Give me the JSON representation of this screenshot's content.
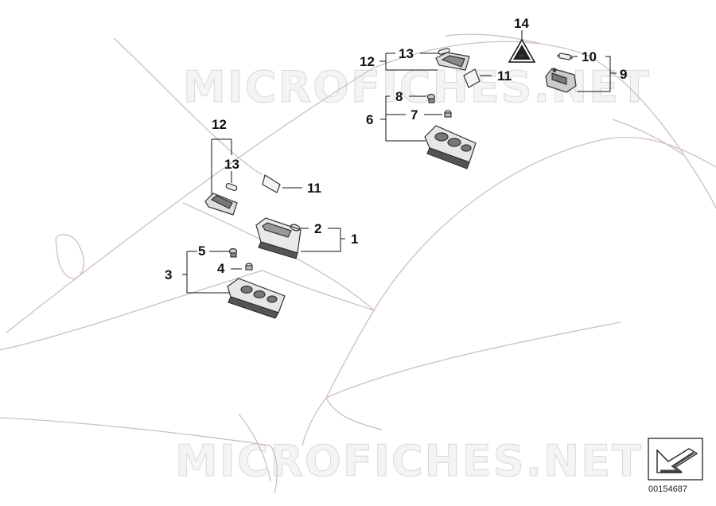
{
  "watermark": {
    "top": "MICROFICHES.NET",
    "bottom": "MICROFICHES.NET"
  },
  "callouts": {
    "c1": "1",
    "c2": "2",
    "c3": "3",
    "c4": "4",
    "c5": "5",
    "c6": "6",
    "c7": "7",
    "c8": "8",
    "c9": "9",
    "c10": "10",
    "c11a": "11",
    "c11b": "11",
    "c12a": "12",
    "c12b": "12",
    "c13a": "13",
    "c13b": "13",
    "c14": "14"
  },
  "document_number": "00154687",
  "colors": {
    "outline": "#cfbfbf",
    "lines": "#111111",
    "parts": "#333333"
  }
}
